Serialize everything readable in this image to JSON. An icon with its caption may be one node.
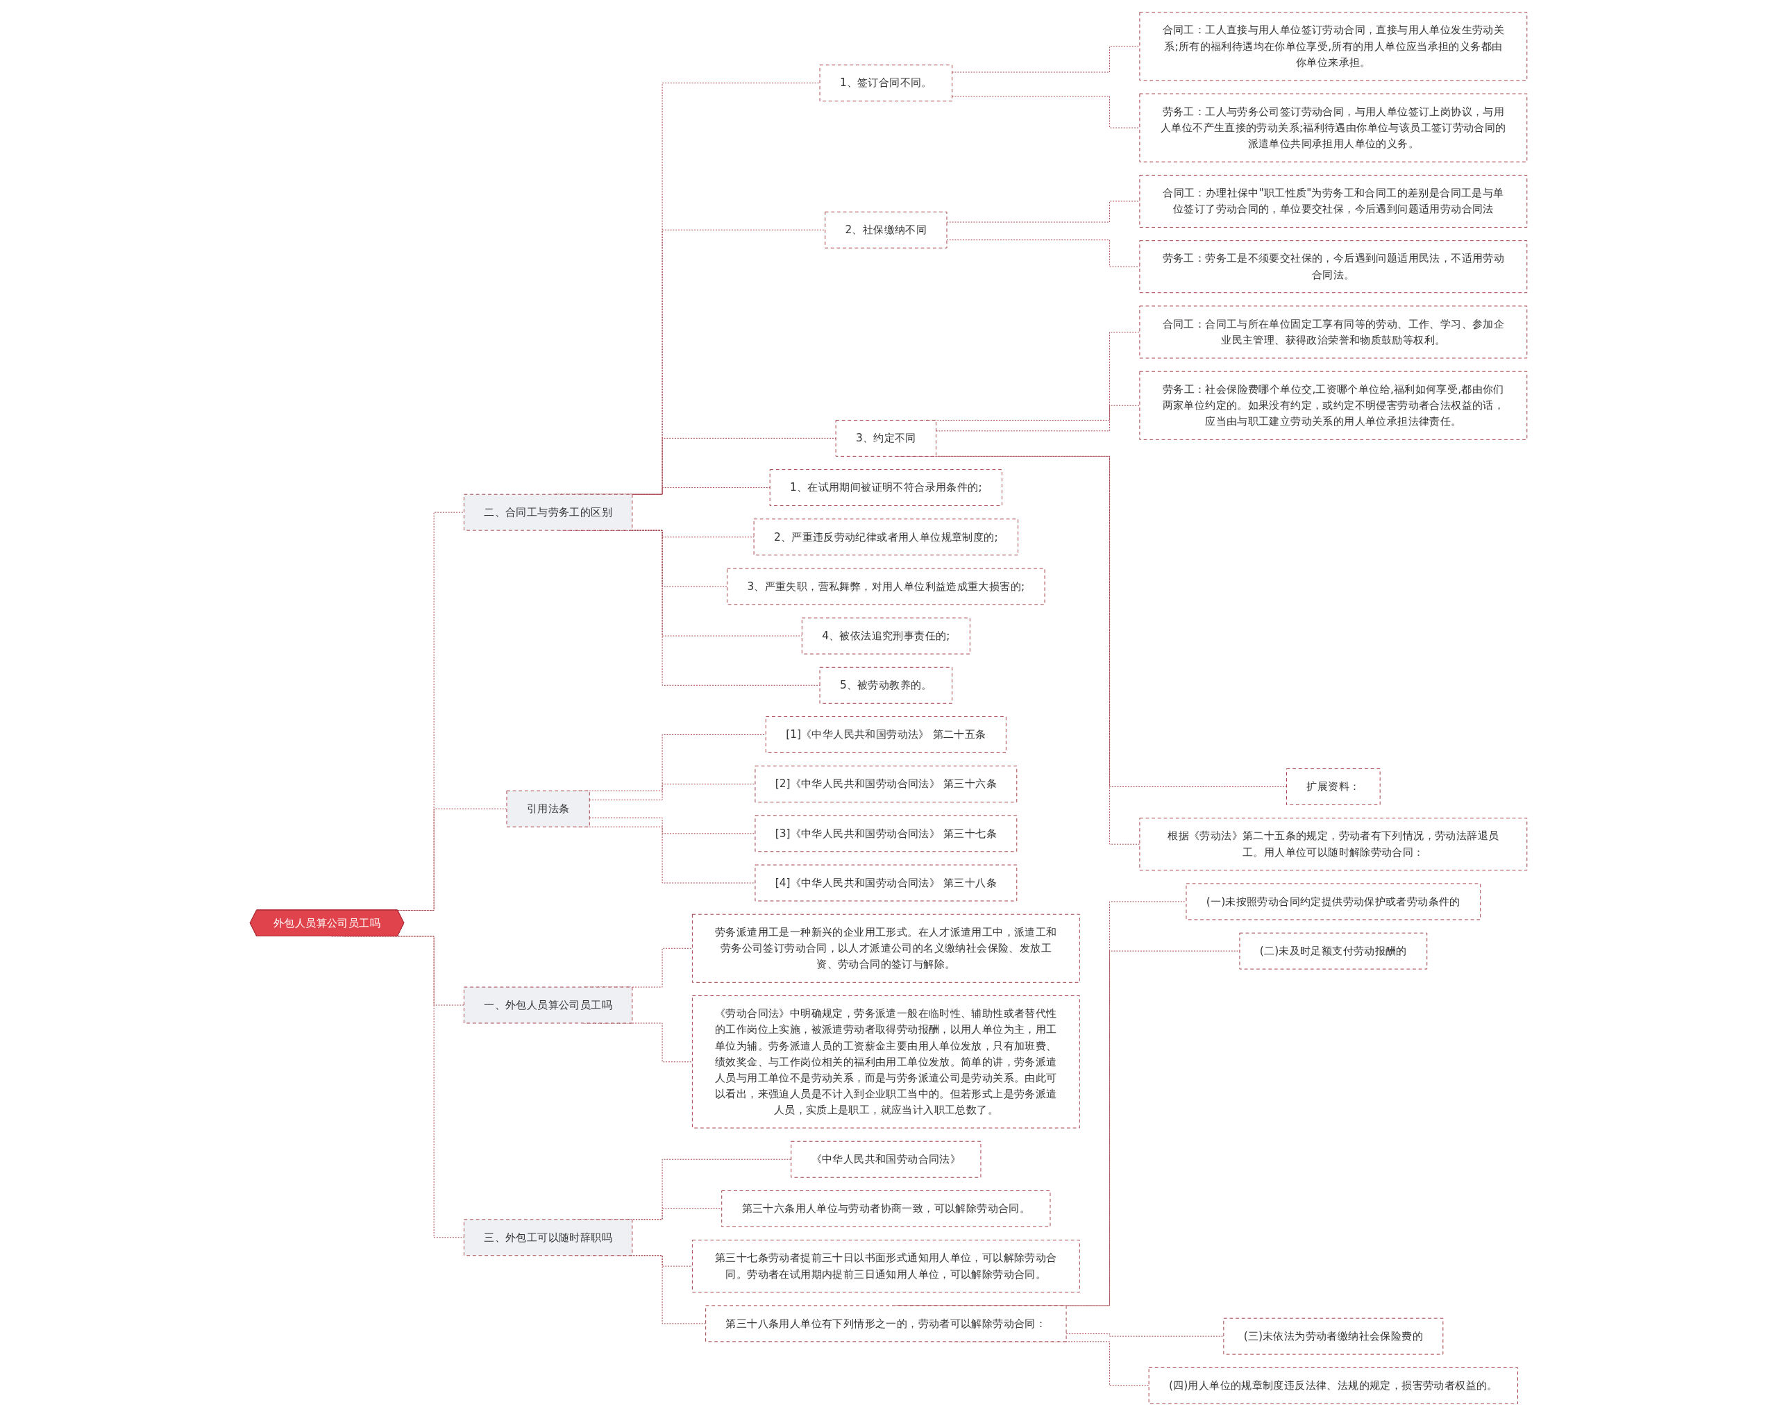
{
  "diagram": {
    "nodes": [
      {
        "text": [
          "外包人员算公司员工吗"
        ]
      },
      {
        "text": [
          "二、合同工与劳务工的区别"
        ]
      },
      {
        "text": [
          "1、签订合同不同。"
        ]
      },
      {
        "text": [
          "合同工：工人直接与用人单位签订劳动合同，直接与用人单位发生劳动关系;所有的福利待遇均在你单位享受,所有的用人单位应当承担的义务都由你单位来承担。"
        ]
      },
      {
        "text": [
          "劳务工：工人与劳务公司签订劳动合同，与用人单位签订上岗协议，与用人单位不产生直接的劳动关系;福利待遇由你单位与该员工签订劳动合同的派遣单位共同承担用人单位的义务。"
        ]
      },
      {
        "text": [
          "2、社保缴纳不同"
        ]
      },
      {
        "text": [
          "合同工：办理社保中\"职工性质\"为劳务工和合同工的差别是合同工是与单位签订了劳动合同的，单位要交社保，今后遇到问题适用劳动合同法"
        ]
      },
      {
        "text": [
          "劳务工：劳务工是不须要交社保的，今后遇到问题适用民法，不适用劳动合同法。"
        ]
      },
      {
        "text": [
          "3、约定不同"
        ]
      },
      {
        "text": [
          "合同工：合同工与所在单位固定工享有同等的劳动、工作、学习、参加企业民主管理、获得政治荣誉和物质鼓励等权利。"
        ]
      },
      {
        "text": [
          "劳务工：社会保险费哪个单位交,工资哪个单位给,福利如何享受,都由你们两家单位约定的。如果没有约定，或约定不明侵害劳动者合法权益的话，应当由与职工建立劳动关系的用人单位承担法律责任。"
        ]
      },
      {
        "text": [
          "扩展资料："
        ]
      },
      {
        "text": [
          "根据《劳动法》第二十五条的规定，劳动者有下列情况，劳动法辞退员工。用人单位可以随时解除劳动合同："
        ]
      },
      {
        "text": [
          "1、在试用期间被证明不符合录用条件的;"
        ]
      },
      {
        "text": [
          "2、严重违反劳动纪律或者用人单位规章制度的;"
        ]
      },
      {
        "text": [
          "3、严重失职，营私舞弊，对用人单位利益造成重大损害的;"
        ]
      },
      {
        "text": [
          "4、被依法追究刑事责任的;"
        ]
      },
      {
        "text": [
          "5、被劳动教养的。"
        ]
      },
      {
        "text": [
          "引用法条"
        ]
      },
      {
        "text": [
          "[1]《中华人民共和国劳动法》 第二十五条"
        ]
      },
      {
        "text": [
          "[2]《中华人民共和国劳动合同法》 第三十六条"
        ]
      },
      {
        "text": [
          "[3]《中华人民共和国劳动合同法》 第三十七条"
        ]
      },
      {
        "text": [
          "[4]《中华人民共和国劳动合同法》 第三十八条"
        ]
      },
      {
        "text": [
          "一、外包人员算公司员工吗"
        ]
      },
      {
        "text": [
          "劳务派遣用工是一种新兴的企业用工形式。在人才派遣用工中，派遣工和劳务公司签订劳动合同，以人才派遣公司的名义缴纳社会保险、发放工资、劳动合同的签订与解除。"
        ]
      },
      {
        "text": [
          "《劳动合同法》中明确规定，劳务派遣一般在临时性、辅助性或者替代性的工作岗位上实施，被派遣劳动者取得劳动报酬，以用人单位为主，用工单位为辅。劳务派遣人员的工资薪金主要由用人单位发放，只有加班费、绩效奖金、与工作岗位相关的福利由用工单位发放。简单的讲，劳务派遣人员与用工单位不是劳动关系，而是与劳务派遣公司是劳动关系。由此可以看出，来强迫人员是不计入到企业职工当中的。但若形式上是劳务派遣人员，实质上是职工，就应当计入职工总数了。"
        ]
      },
      {
        "text": [
          "三、外包工可以随时辞职吗"
        ]
      },
      {
        "text": [
          "《中华人民共和国劳动合同法》"
        ]
      },
      {
        "text": [
          "第三十六条用人单位与劳动者协商一致，可以解除劳动合同。"
        ]
      },
      {
        "text": [
          "第三十七条劳动者提前三十日以书面形式通知用人单位，可以解除劳动合同。劳动者在试用期内提前三日通知用人单位，可以解除劳动合同。"
        ]
      },
      {
        "text": [
          "第三十八条用人单位有下列情形之一的，劳动者可以解除劳动合同："
        ]
      },
      {
        "text": [
          "(一)未按照劳动合同约定提供劳动保护或者劳动条件的"
        ]
      },
      {
        "text": [
          "(二)未及时足额支付劳动报酬的"
        ]
      },
      {
        "text": [
          "(三)未依法为劳动者缴纳社会保险费的"
        ]
      },
      {
        "text": [
          "(四)用人单位的规章制度违反法律、法规的规定，损害劳动者权益的。"
        ]
      }
    ],
    "edges": [
      {
        "from": 0,
        "to": 1,
        "arrow": "none",
        "style": "dashed"
      },
      {
        "from": 1,
        "to": 2,
        "arrow": "none",
        "style": "dashed"
      },
      {
        "from": 2,
        "to": 3,
        "arrow": "none",
        "style": "dashed"
      },
      {
        "from": 2,
        "to": 4,
        "arrow": "none",
        "style": "dashed"
      },
      {
        "from": 1,
        "to": 5,
        "arrow": "none",
        "style": "dashed"
      },
      {
        "from": 5,
        "to": 6,
        "arrow": "none",
        "style": "dashed"
      },
      {
        "from": 5,
        "to": 7,
        "arrow": "none",
        "style": "dashed"
      },
      {
        "from": 1,
        "to": 8,
        "arrow": "none",
        "style": "dashed"
      },
      {
        "from": 8,
        "to": 9,
        "arrow": "none",
        "style": "dashed"
      },
      {
        "from": 8,
        "to": 10,
        "arrow": "none",
        "style": "dashed"
      },
      {
        "from": 8,
        "to": 11,
        "arrow": "none",
        "style": "dashed"
      },
      {
        "from": 8,
        "to": 12,
        "arrow": "none",
        "style": "dashed"
      },
      {
        "from": 1,
        "to": 13,
        "arrow": "none",
        "style": "dashed"
      },
      {
        "from": 1,
        "to": 14,
        "arrow": "none",
        "style": "dashed"
      },
      {
        "from": 1,
        "to": 15,
        "arrow": "none",
        "style": "dashed"
      },
      {
        "from": 1,
        "to": 16,
        "arrow": "none",
        "style": "dashed"
      },
      {
        "from": 1,
        "to": 17,
        "arrow": "none",
        "style": "dashed"
      },
      {
        "from": 0,
        "to": 18,
        "arrow": "none",
        "style": "dashed"
      },
      {
        "from": 18,
        "to": 19,
        "arrow": "none",
        "style": "dashed"
      },
      {
        "from": 18,
        "to": 20,
        "arrow": "none",
        "style": "dashed"
      },
      {
        "from": 18,
        "to": 21,
        "arrow": "none",
        "style": "dashed"
      },
      {
        "from": 18,
        "to": 22,
        "arrow": "none",
        "style": "dashed"
      },
      {
        "from": 0,
        "to": 23,
        "arrow": "none",
        "style": "dashed"
      },
      {
        "from": 23,
        "to": 24,
        "arrow": "none",
        "style": "dashed"
      },
      {
        "from": 23,
        "to": 25,
        "arrow": "none",
        "style": "dashed"
      },
      {
        "from": 0,
        "to": 26,
        "arrow": "none",
        "style": "dashed"
      },
      {
        "from": 26,
        "to": 27,
        "arrow": "none",
        "style": "dashed"
      },
      {
        "from": 26,
        "to": 28,
        "arrow": "none",
        "style": "dashed"
      },
      {
        "from": 26,
        "to": 29,
        "arrow": "none",
        "style": "dashed"
      },
      {
        "from": 26,
        "to": 30,
        "arrow": "none",
        "style": "dashed"
      },
      {
        "from": 30,
        "to": 31,
        "arrow": "none",
        "style": "dashed"
      },
      {
        "from": 30,
        "to": 32,
        "arrow": "none",
        "style": "dashed"
      },
      {
        "from": 30,
        "to": 33,
        "arrow": "none",
        "style": "dashed"
      },
      {
        "from": 30,
        "to": 34,
        "arrow": "none",
        "style": "dashed"
      }
    ]
  }
}
